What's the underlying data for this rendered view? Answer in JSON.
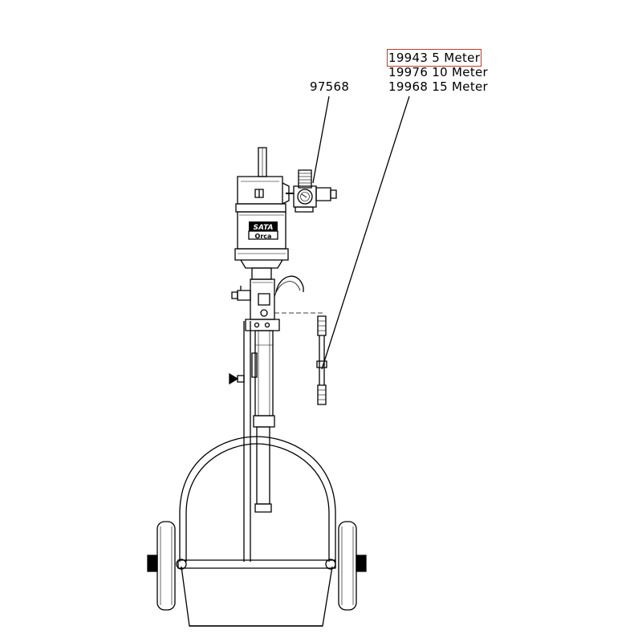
{
  "parts": {
    "regulator_part": "97568",
    "hose_options": [
      {
        "number": "19943",
        "length": "5 Meter",
        "highlighted": true
      },
      {
        "number": "19976",
        "length": "10 Meter",
        "highlighted": false
      },
      {
        "number": "19968",
        "length": "15 Meter",
        "highlighted": false
      }
    ]
  },
  "pump": {
    "brand": "SATA",
    "model": "Orca"
  },
  "colors": {
    "line": "#000000",
    "highlight": "#c0392b",
    "background": "#ffffff"
  }
}
